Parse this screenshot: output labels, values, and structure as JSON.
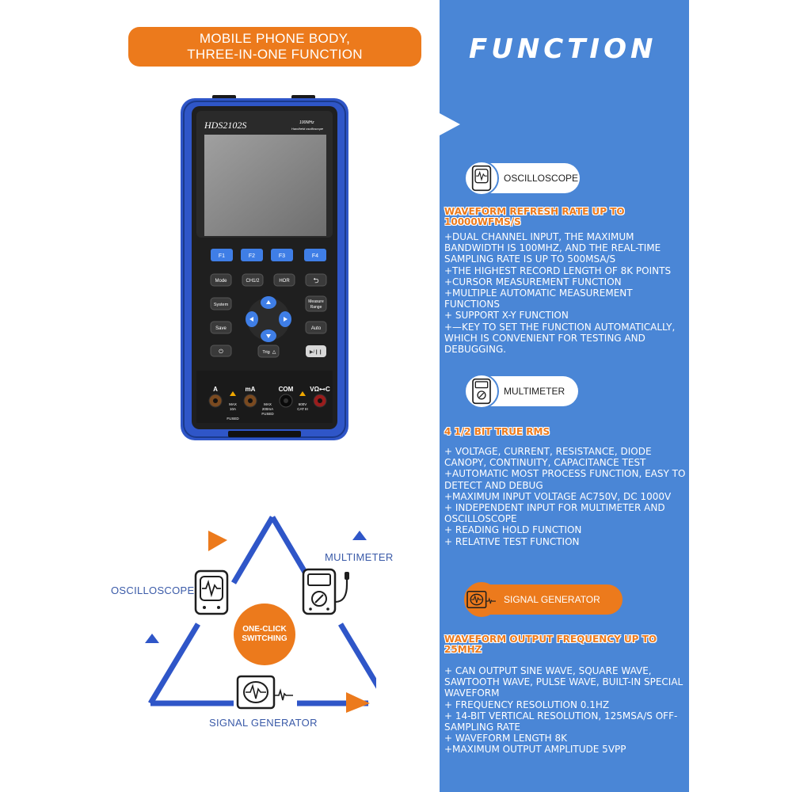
{
  "banner": {
    "line1": "MOBILE PHONE BODY,",
    "line2": "THREE-IN-ONE FUNCTION"
  },
  "device": {
    "model": "HDS2102S",
    "spec": "100MHz",
    "subtitle": "Handheld oscilloscope",
    "buttons": {
      "f1": "F1",
      "f2": "F2",
      "f3": "F3",
      "f4": "F4",
      "mode": "Mode",
      "ch12": "CH1/2",
      "hor": "HOR",
      "system": "System",
      "measure": "Measure",
      "range": "Range",
      "save": "Save",
      "auto": "Auto",
      "trig": "Trig"
    },
    "terminals": {
      "a": "A",
      "ma": "mA",
      "com": "COM",
      "vohm": "VΩ⊷C",
      "max10a": "MAX\n10A",
      "fused1": "FUSED",
      "max200ma": "MAX\n200mA",
      "fused2": "FUSED",
      "v600": "600V\nCAT III"
    }
  },
  "diagram": {
    "oscilloscope": "OSCILLOSCOPE",
    "multimeter": "MULTIMETER",
    "signal_generator": "SIGNAL GENERATOR",
    "center": "ONE-CLICK\nSWITCHING"
  },
  "panel": {
    "title": "FUNCTION",
    "oscilloscope": {
      "pill": "OSCILLOSCOPE",
      "heading": "WAVEFORM REFRESH RATE UP TO 10000WFMS/S",
      "lines": [
        "+DUAL CHANNEL INPUT, THE MAXIMUM BANDWIDTH IS 100MHZ, AND THE REAL-TIME SAMPLING RATE IS UP TO 500MSA/S",
        "+THE HIGHEST RECORD LENGTH OF 8K POINTS",
        "+CURSOR MEASUREMENT FUNCTION",
        "+MULTIPLE AUTOMATIC MEASUREMENT FUNCTIONS",
        "+ SUPPORT X-Y FUNCTION",
        "+—KEY TO SET THE FUNCTION AUTOMATICALLY, WHICH IS CONVENIENT FOR TESTING AND DEBUGGING."
      ]
    },
    "multimeter": {
      "pill": "MULTIMETER",
      "heading": "4 1/2 BIT TRUE RMS",
      "lines": [
        "+ VOLTAGE, CURRENT, RESISTANCE, DIODE CANOPY, CONTINUITY, CAPACITANCE TEST",
        "+AUTOMATIC MOST PROCESS FUNCTION, EASY TO DETECT AND DEBUG",
        "+MAXIMUM INPUT VOLTAGE AC750V, DC 1000V",
        "+ INDEPENDENT INPUT FOR MULTIMETER AND OSCILLOSCOPE",
        "+ READING HOLD FUNCTION",
        "+ RELATIVE TEST FUNCTION"
      ]
    },
    "signal_generator": {
      "pill": "SIGNAL GENERATOR",
      "heading": "WAVEFORM OUTPUT FREQUENCY UP TO 25MHZ",
      "lines": [
        "+ CAN OUTPUT SINE WAVE, SQUARE WAVE, SAWTOOTH WAVE, PULSE WAVE, BUILT-IN SPECIAL WAVEFORM",
        "+ FREQUENCY RESOLUTION 0.1HZ",
        "+ 14-BIT VERTICAL RESOLUTION, 125MSA/S OFF-SAMPLING RATE",
        "+ WAVEFORM LENGTH 8K",
        "+MAXIMUM OUTPUT AMPLITUDE 5VPP"
      ]
    }
  },
  "colors": {
    "accent_orange": "#ec7a1c",
    "panel_blue": "#4a86d6",
    "device_blue": "#2f56c8"
  }
}
